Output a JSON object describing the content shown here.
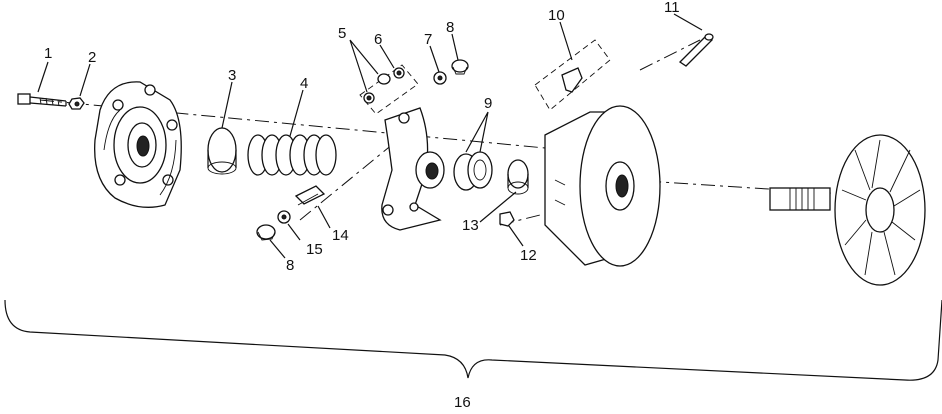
{
  "callouts": {
    "c1": "1",
    "c2": "2",
    "c3": "3",
    "c4": "4",
    "c5": "5",
    "c6": "6",
    "c7": "7",
    "c8a": "8",
    "c8b": "8",
    "c9": "9",
    "c10": "10",
    "c11": "11",
    "c12": "12",
    "c13": "13",
    "c14": "14",
    "c15": "15",
    "c16": "16"
  }
}
